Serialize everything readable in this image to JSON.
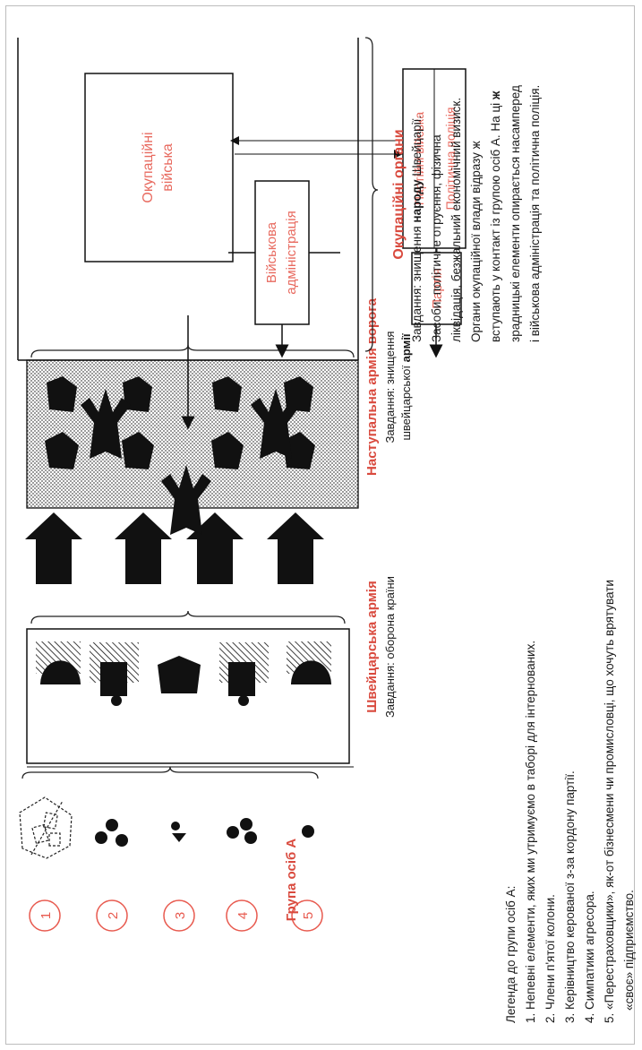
{
  "group_a": {
    "title": "Група осіб А",
    "numbers": [
      "1",
      "2",
      "3",
      "4",
      "5"
    ]
  },
  "swiss_army": {
    "title": "Швейцарська армія",
    "task": "Завдання: оборона країни"
  },
  "enemy_army": {
    "title": "Наступальна армія ворога",
    "task_line1": "Завдання: знищення",
    "task_line2_prefix": "швейцарської ",
    "task_line2_bold": "армії"
  },
  "occupation": {
    "title": "Окупаційні органи",
    "boxes": {
      "occupation_troops": [
        "Окупаційні",
        "війська"
      ],
      "military_admin": [
        "Військова",
        "адміністрація"
      ],
      "party_troops": "Партійні війська",
      "political_police": "Політична поліція",
      "party": "Партія"
    },
    "lines": [
      {
        "pre": "Завдання: знищення ",
        "bold": "народу",
        "post": " Швейцарії."
      },
      {
        "pre": "Засоби: політичне отруєння, фізична",
        "bold": "",
        "post": ""
      },
      {
        "pre": "ліквідація, безжальний економічний визиск.",
        "bold": "",
        "post": ""
      },
      {
        "pre": "Органи окупаційної влади відразу ж",
        "bold": "",
        "post": ""
      },
      {
        "pre": "вступають у контакт із групою осіб А. На ці ",
        "bold": "ж",
        "post": ""
      },
      {
        "pre": "зрадницькі елементи опирається насамперед",
        "bold": "",
        "post": ""
      },
      {
        "pre": "і військова адміністрація та політична поліція.",
        "bold": "",
        "post": ""
      }
    ]
  },
  "legend": {
    "title": "Легенда до групи осіб А:",
    "items": [
      "1. Непевні елементи, яких ми утримуємо в таборі для інтернованих.",
      "2. Члени п'ятої колони.",
      "3. Керівництво керованої з-за кордону партії.",
      "4. Симпатики агресора.",
      "5. «Перестраховщики», як-от бізнесмени чи промисловці, що хочуть врятувати",
      "«своє» підприємство."
    ]
  },
  "colors": {
    "accent_red": "#e85a4f",
    "ink": "#111111",
    "stipple": "#b5b5b5"
  }
}
